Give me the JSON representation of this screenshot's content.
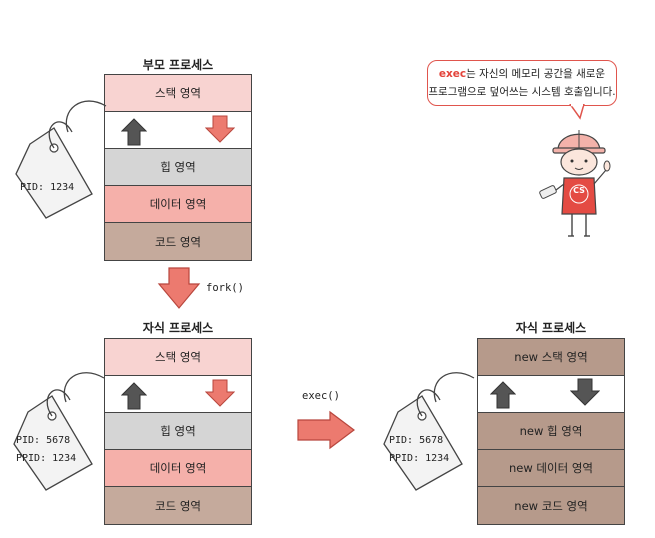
{
  "parent": {
    "title": "부모 프로세스",
    "segments": {
      "stack": "스택 영역",
      "heap": "힙 영역",
      "data": "데이터 영역",
      "code": "코드 영역"
    },
    "tag": {
      "pid": "PID: 1234"
    }
  },
  "fork_label": "fork()",
  "child": {
    "title": "자식 프로세스",
    "segments": {
      "stack": "스택 영역",
      "heap": "힙 영역",
      "data": "데이터 영역",
      "code": "코드 영역"
    },
    "tag": {
      "pid": "PID: 5678",
      "ppid": "PPID: 1234"
    }
  },
  "exec_label": "exec()",
  "exec_child": {
    "title": "자식 프로세스",
    "segments": {
      "stack": "new 스택 영역",
      "heap": "new 힙 영역",
      "data": "new 데이터 영역",
      "code": "new 코드 영역"
    },
    "tag": {
      "pid": "PID: 5678",
      "ppid": "PPID: 1234"
    }
  },
  "bubble": {
    "highlight": "exec",
    "line1_rest": "는 자신의 메모리 공간을 새로운",
    "line2": "프로그램으로 덮어쓰는 시스템 호출입니다."
  },
  "mascot": {
    "badge": "CS"
  },
  "colors": {
    "stack": "#f8d3d1",
    "heap": "#d5d5d5",
    "data": "#f5b0aa",
    "code": "#c5aa9c",
    "exec_segments": "#b69a8b",
    "arrow_red": "#ec7a6f",
    "arrow_dark": "#555555",
    "accent": "#e3433a"
  }
}
